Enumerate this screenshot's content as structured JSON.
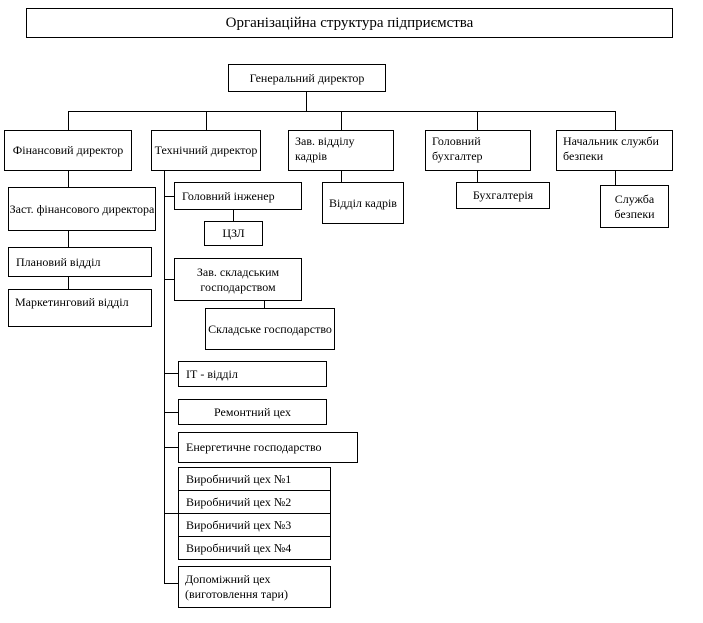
{
  "title": "Організаційна структура підприємства",
  "ceo": "Генеральний директор",
  "fin": {
    "head": "Фінансовий директор",
    "deputy": "Заст. фінансового директора",
    "planning": "Плановий відділ",
    "marketing": "Маркетинговий відділ"
  },
  "tech": {
    "head": "Технічний директор",
    "chief_engineer": "Головний інженер",
    "czl": "ЦЗЛ",
    "warehouse_head": "Зав. складським господарством",
    "warehouse": "Складське господарство",
    "it": "ІТ - відділ",
    "repair": "Ремонтний цех",
    "energy": "Енергетичне господарство",
    "shops": [
      "Виробничий цех №1",
      "Виробничий цех №2",
      "Виробничий цех №3",
      "Виробничий цех №4"
    ],
    "aux": "Допоміжний цех (виготовлення тари)"
  },
  "hr": {
    "head": "Зав. відділу кадрів",
    "dept": "Відділ кадрів"
  },
  "acc": {
    "head": "Головний бухгалтер",
    "dept": "Бухгалтерія"
  },
  "sec": {
    "head": "Начальник служби безпеки",
    "dept": "Служба безпеки"
  }
}
